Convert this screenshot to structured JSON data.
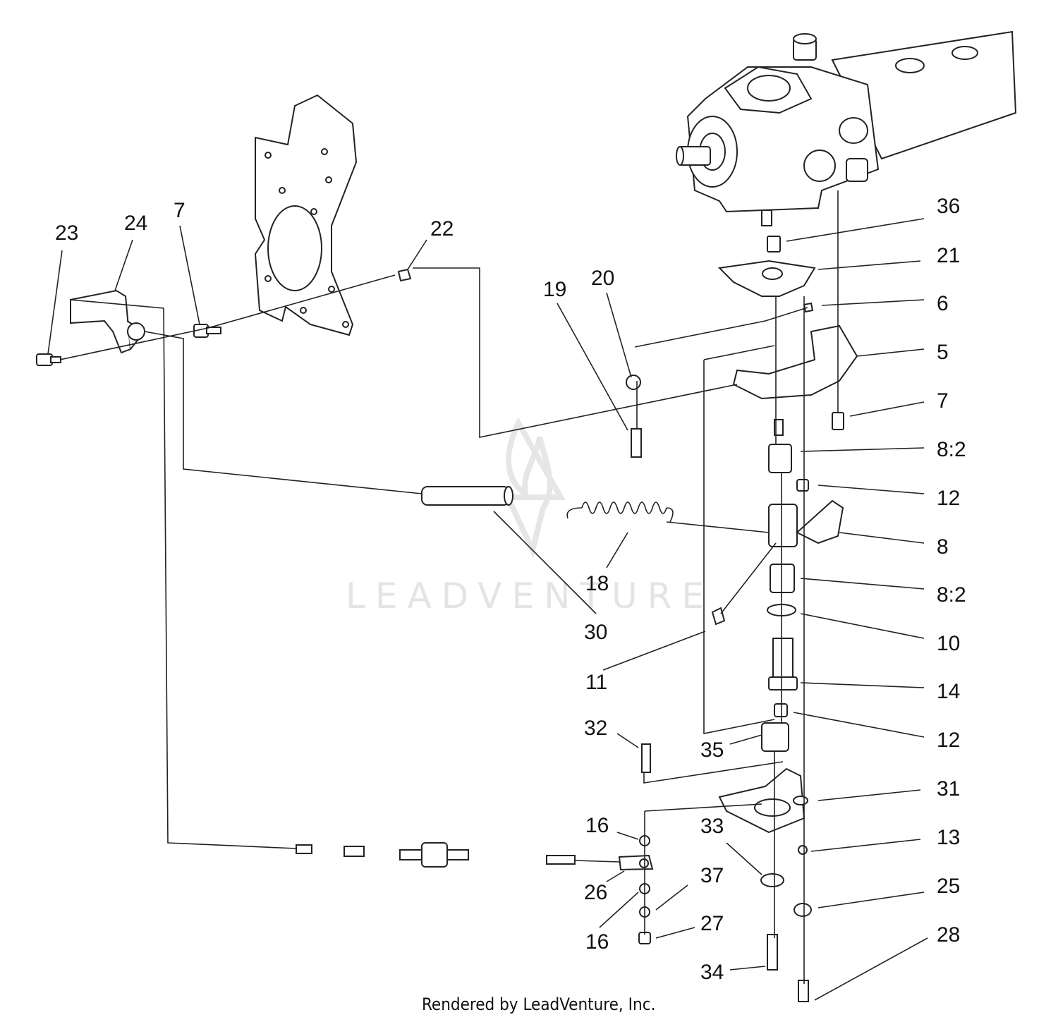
{
  "diagram": {
    "credit": "Rendered by LeadVenture, Inc.",
    "watermark": "LEADVENTURE",
    "callouts": [
      {
        "id": "c36",
        "text": "36"
      },
      {
        "id": "c21",
        "text": "21"
      },
      {
        "id": "c6",
        "text": "6"
      },
      {
        "id": "c5",
        "text": "5"
      },
      {
        "id": "c7r",
        "text": "7"
      },
      {
        "id": "c8-2a",
        "text": "8:2"
      },
      {
        "id": "c12a",
        "text": "12"
      },
      {
        "id": "c8",
        "text": "8"
      },
      {
        "id": "c8-2b",
        "text": "8:2"
      },
      {
        "id": "c10",
        "text": "10"
      },
      {
        "id": "c14",
        "text": "14"
      },
      {
        "id": "c12b",
        "text": "12"
      },
      {
        "id": "c31",
        "text": "31"
      },
      {
        "id": "c13",
        "text": "13"
      },
      {
        "id": "c25",
        "text": "25"
      },
      {
        "id": "c28",
        "text": "28"
      },
      {
        "id": "c23",
        "text": "23"
      },
      {
        "id": "c24",
        "text": "24"
      },
      {
        "id": "c7l",
        "text": "7"
      },
      {
        "id": "c22",
        "text": "22"
      },
      {
        "id": "c19",
        "text": "19"
      },
      {
        "id": "c20",
        "text": "20"
      },
      {
        "id": "c18",
        "text": "18"
      },
      {
        "id": "c30",
        "text": "30"
      },
      {
        "id": "c11",
        "text": "11"
      },
      {
        "id": "c32",
        "text": "32"
      },
      {
        "id": "c35",
        "text": "35"
      },
      {
        "id": "c16a",
        "text": "16"
      },
      {
        "id": "c26",
        "text": "26"
      },
      {
        "id": "c16b",
        "text": "16"
      },
      {
        "id": "c33",
        "text": "33"
      },
      {
        "id": "c37",
        "text": "37"
      },
      {
        "id": "c27",
        "text": "27"
      },
      {
        "id": "c34",
        "text": "34"
      }
    ]
  }
}
